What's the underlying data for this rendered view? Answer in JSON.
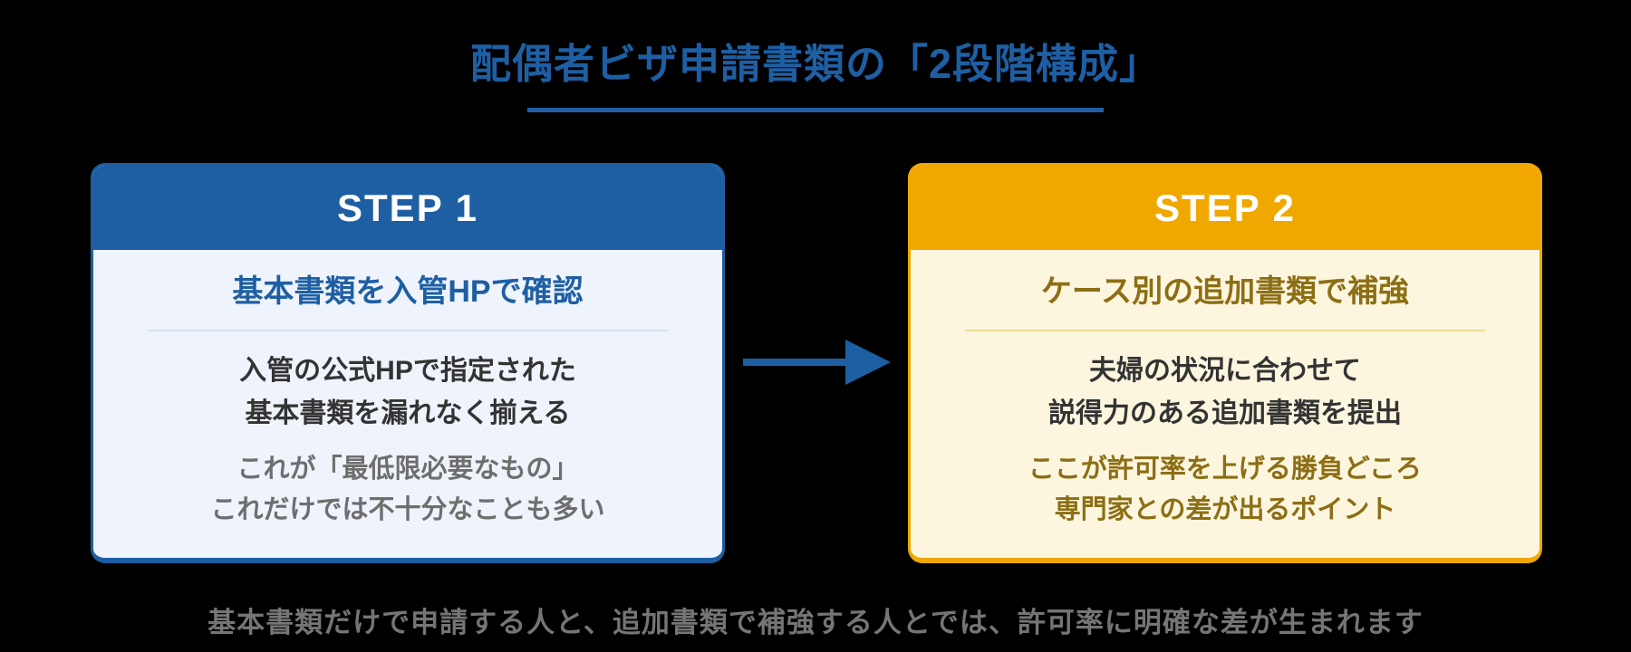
{
  "title": {
    "text": "配偶者ビザ申請書類の「2段階構成」"
  },
  "steps": [
    {
      "header": "STEP 1",
      "heading": "基本書類を入管HPで確認",
      "body_lines": [
        "入管の公式HPで指定された",
        "基本書類を漏れなく揃える"
      ],
      "note_lines": [
        "これが「最低限必要なもの」",
        "これだけでは不十分なことも多い"
      ],
      "accent_color": "#1E5FA3",
      "body_bg_color": "#EFF3FB"
    },
    {
      "header": "STEP 2",
      "heading": "ケース別の追加書類で補強",
      "body_lines": [
        "夫婦の状況に合わせて",
        "説得力のある追加書類を提出"
      ],
      "note_lines": [
        "ここが許可率を上げる勝負どころ",
        "専門家との差が出るポイント"
      ],
      "accent_color": "#F0A800",
      "body_bg_color": "#FDF6DF"
    }
  ],
  "arrow": {
    "icon": "right-arrow-icon",
    "color": "#1E5FA3"
  },
  "footer": {
    "text": "基本書類だけで申請する人と、追加書類で補強する人とでは、許可率に明確な差が生まれます"
  },
  "colors": {
    "background": "#000000",
    "title_blue": "#1E5FA3",
    "step2_orange": "#F0A800",
    "dark_text": "#333333",
    "gray_note_text": "#6E6E6E",
    "gold_text": "#8C6E14",
    "caption_gray": "#757575"
  }
}
